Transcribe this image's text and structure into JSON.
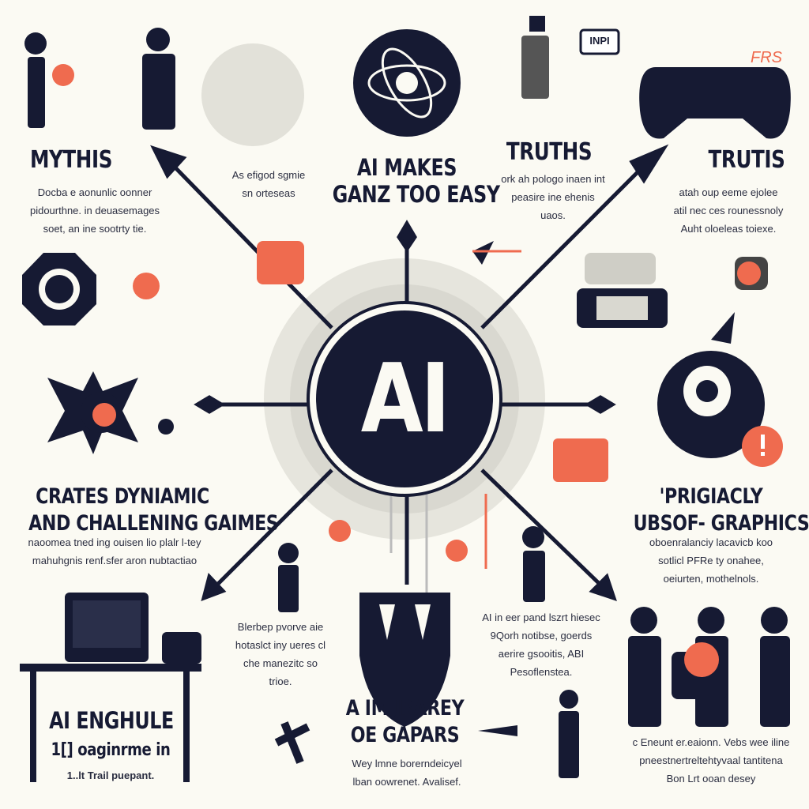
{
  "center": {
    "label": "AI"
  },
  "colors": {
    "navy": "#161a33",
    "coral": "#ef6b4f",
    "gray": "#d9d8d0",
    "background": "#fbfaf3"
  },
  "sections": {
    "myths": {
      "title": "MYTHIS",
      "lines": [
        "Docba e aonunlic oonner",
        "pidourthne. in deuasemages",
        "soet,  an ine sootrty tie."
      ]
    },
    "makes_easy": {
      "small": [
        "As efigod sgmie",
        "sn orteseas"
      ],
      "title": [
        "AI MAKES",
        "GANZ TOO EASY"
      ]
    },
    "truths": {
      "title": "TRUTHS",
      "lines": [
        "ork ah pologo inaen int",
        "peasire ine ehenis",
        "uaos."
      ]
    },
    "truths_right": {
      "title": "TRUTIS",
      "lines": [
        "atah oup eeme ejolee",
        "atil nec ces rounessnoly",
        "Auht oloeleas toiexe."
      ]
    },
    "dynamic": {
      "title": [
        "CRATES DYNIAMIC",
        "AND CHALLENING GAIMES"
      ],
      "lines": [
        "naoomea tned ing ouisen lio plalr l-tey",
        "mahuhgnis renf.sfer aron nubtactiao"
      ]
    },
    "graphics": {
      "title": [
        "'PRIGIACLY",
        "UBSOF- GRAPHICS"
      ],
      "lines": [
        "oboenralanciy lacavicb koo",
        "sotlicl PFRe ty onahee,",
        "oeiurten, mothelnols."
      ]
    },
    "enghule": {
      "title": "AI ENGHULE",
      "subtitle": "1[] oaginrme in",
      "lines": [
        "1..lt  Trail puepant."
      ]
    },
    "middle_left": {
      "lines": [
        "Blerbep pvorve aie",
        "hotaslct iny ueres cl",
        "che manezitc so",
        "trioe."
      ]
    },
    "middle_right": {
      "lines": [
        "AI in eer pand lszrt hiesec",
        "9Qorh notibse, goerds",
        "aerire gsooitis, ABI",
        "Pesoflenstea."
      ]
    },
    "library": {
      "title": [
        "A IMIJRAREY",
        "OE GAPARS"
      ],
      "lines": [
        "Wey lmne borerndeicyel",
        "lban oowrenet. Avalisef."
      ]
    },
    "bottom_right": {
      "lines": [
        "c Eneunt er.eaionn. Vebs wee iline",
        "pneestnertreltehtyvaal tantitena",
        "Bon Lrt ooan desey"
      ]
    },
    "speech_bubble": "INPI",
    "corner_scribble": "FRS"
  }
}
